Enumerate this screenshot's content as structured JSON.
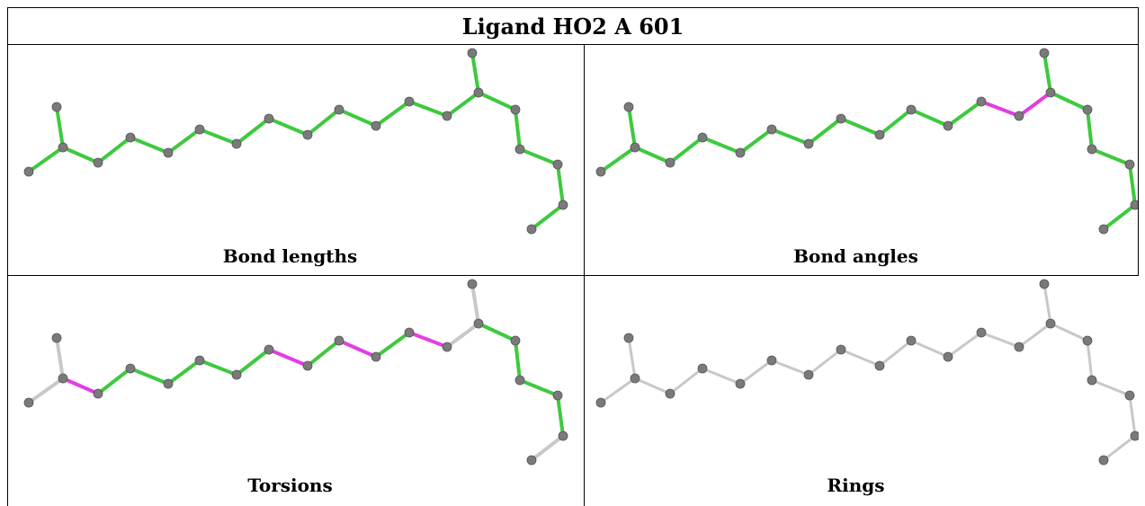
{
  "title": "Ligand HO2 A 601",
  "panels": [
    {
      "caption": "Bond lengths",
      "highlight": "all-green",
      "magenta_bonds": []
    },
    {
      "caption": "Bond angles",
      "highlight": "all-green",
      "magenta_bonds": [
        [
          11,
          12
        ],
        [
          12,
          13
        ]
      ]
    },
    {
      "caption": "Torsions",
      "highlight": "partial",
      "magenta_bonds": [
        [
          1,
          2
        ],
        [
          7,
          8
        ],
        [
          9,
          10
        ],
        [
          11,
          12
        ]
      ]
    },
    {
      "caption": "Rings",
      "highlight": "none",
      "magenta_bonds": []
    }
  ],
  "colors": {
    "green": "#3ec93e",
    "magenta": "#e23ee2",
    "grey_bond": "#c8c8c8",
    "atom": "#7a7a7a",
    "border": "#000000"
  }
}
